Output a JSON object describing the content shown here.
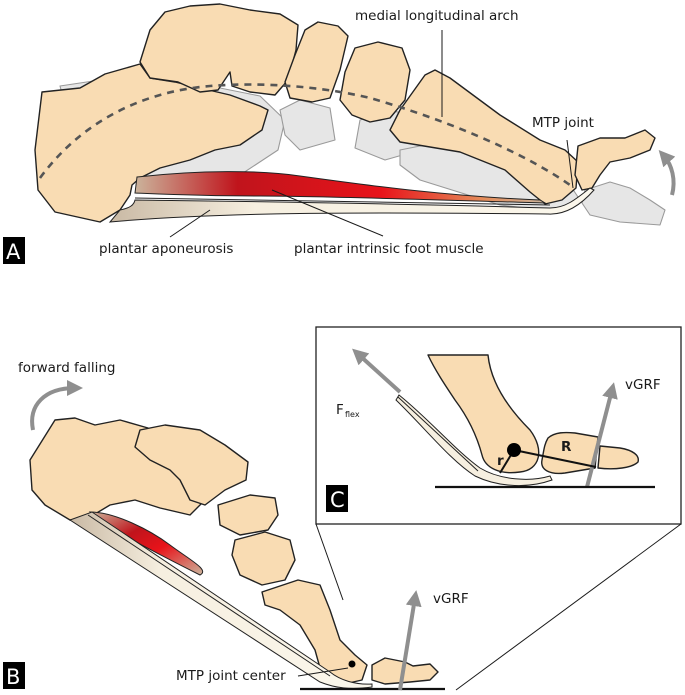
{
  "figure": {
    "panels": [
      {
        "id": "A",
        "letter": "A"
      },
      {
        "id": "B",
        "letter": "B"
      },
      {
        "id": "C",
        "letter": "C"
      }
    ],
    "panel_a": {
      "labels": {
        "arch": "medial longitudinal arch",
        "mtp_joint": "MTP joint",
        "aponeurosis": "plantar aponeurosis",
        "muscle": "plantar intrinsic foot muscle"
      }
    },
    "panel_b": {
      "labels": {
        "forward_falling": "forward falling",
        "vgrf": "vGRF",
        "mtp_center": "MTP joint center"
      }
    },
    "panel_c": {
      "labels": {
        "force_main": "F",
        "force_sub": "flex",
        "vgrf": "vGRF",
        "small_r": "r",
        "big_r": "R"
      }
    },
    "colors": {
      "bone": "#f9dcb3",
      "ghost_bone": "#e6e6e6",
      "muscle_dark": "#c0141c",
      "muscle_bright": "#e8131a",
      "aponeurosis": "#f6efe0",
      "arrow_gray": "#8f8f8f"
    }
  }
}
